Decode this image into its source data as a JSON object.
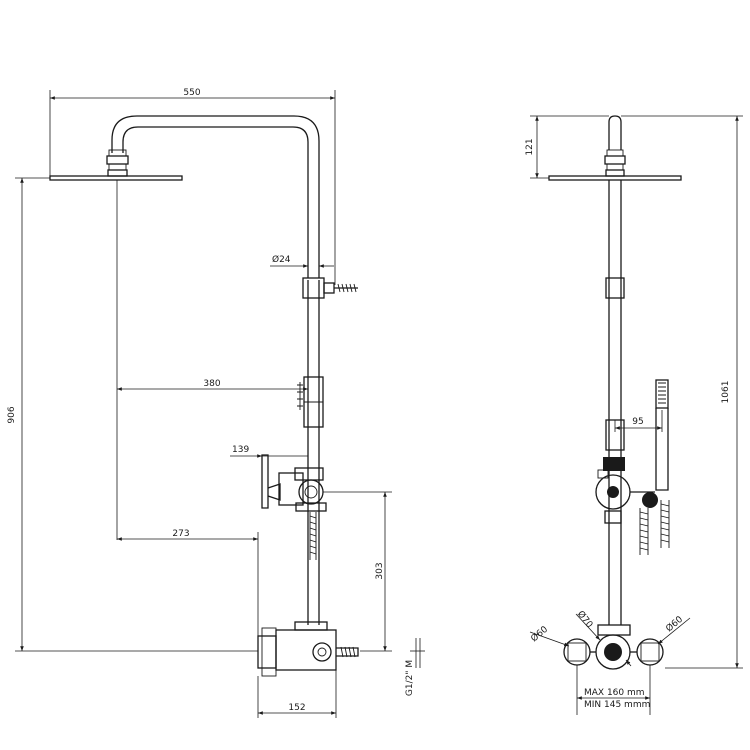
{
  "drawing": {
    "front_view": {
      "overall_width": "550",
      "head_to_valve_height": "906",
      "pipe_diameter": "Ø24",
      "head_offset": "380",
      "handset_bracket_offset": "139",
      "valve_offset": "273",
      "bracket_to_valve_height": "303",
      "inlet_thread": "G1/2\" M",
      "valve_depth": "152"
    },
    "side_view": {
      "head_height": "121",
      "overall_height": "1061",
      "handset_offset": "95",
      "diversion_knob_diameter": "Ø70",
      "left_handle_diameter": "Ø60",
      "right_handle_diameter": "Ø60",
      "max_centres": "MAX 160 mm",
      "min_centres": "MIN 145 mmm"
    }
  }
}
